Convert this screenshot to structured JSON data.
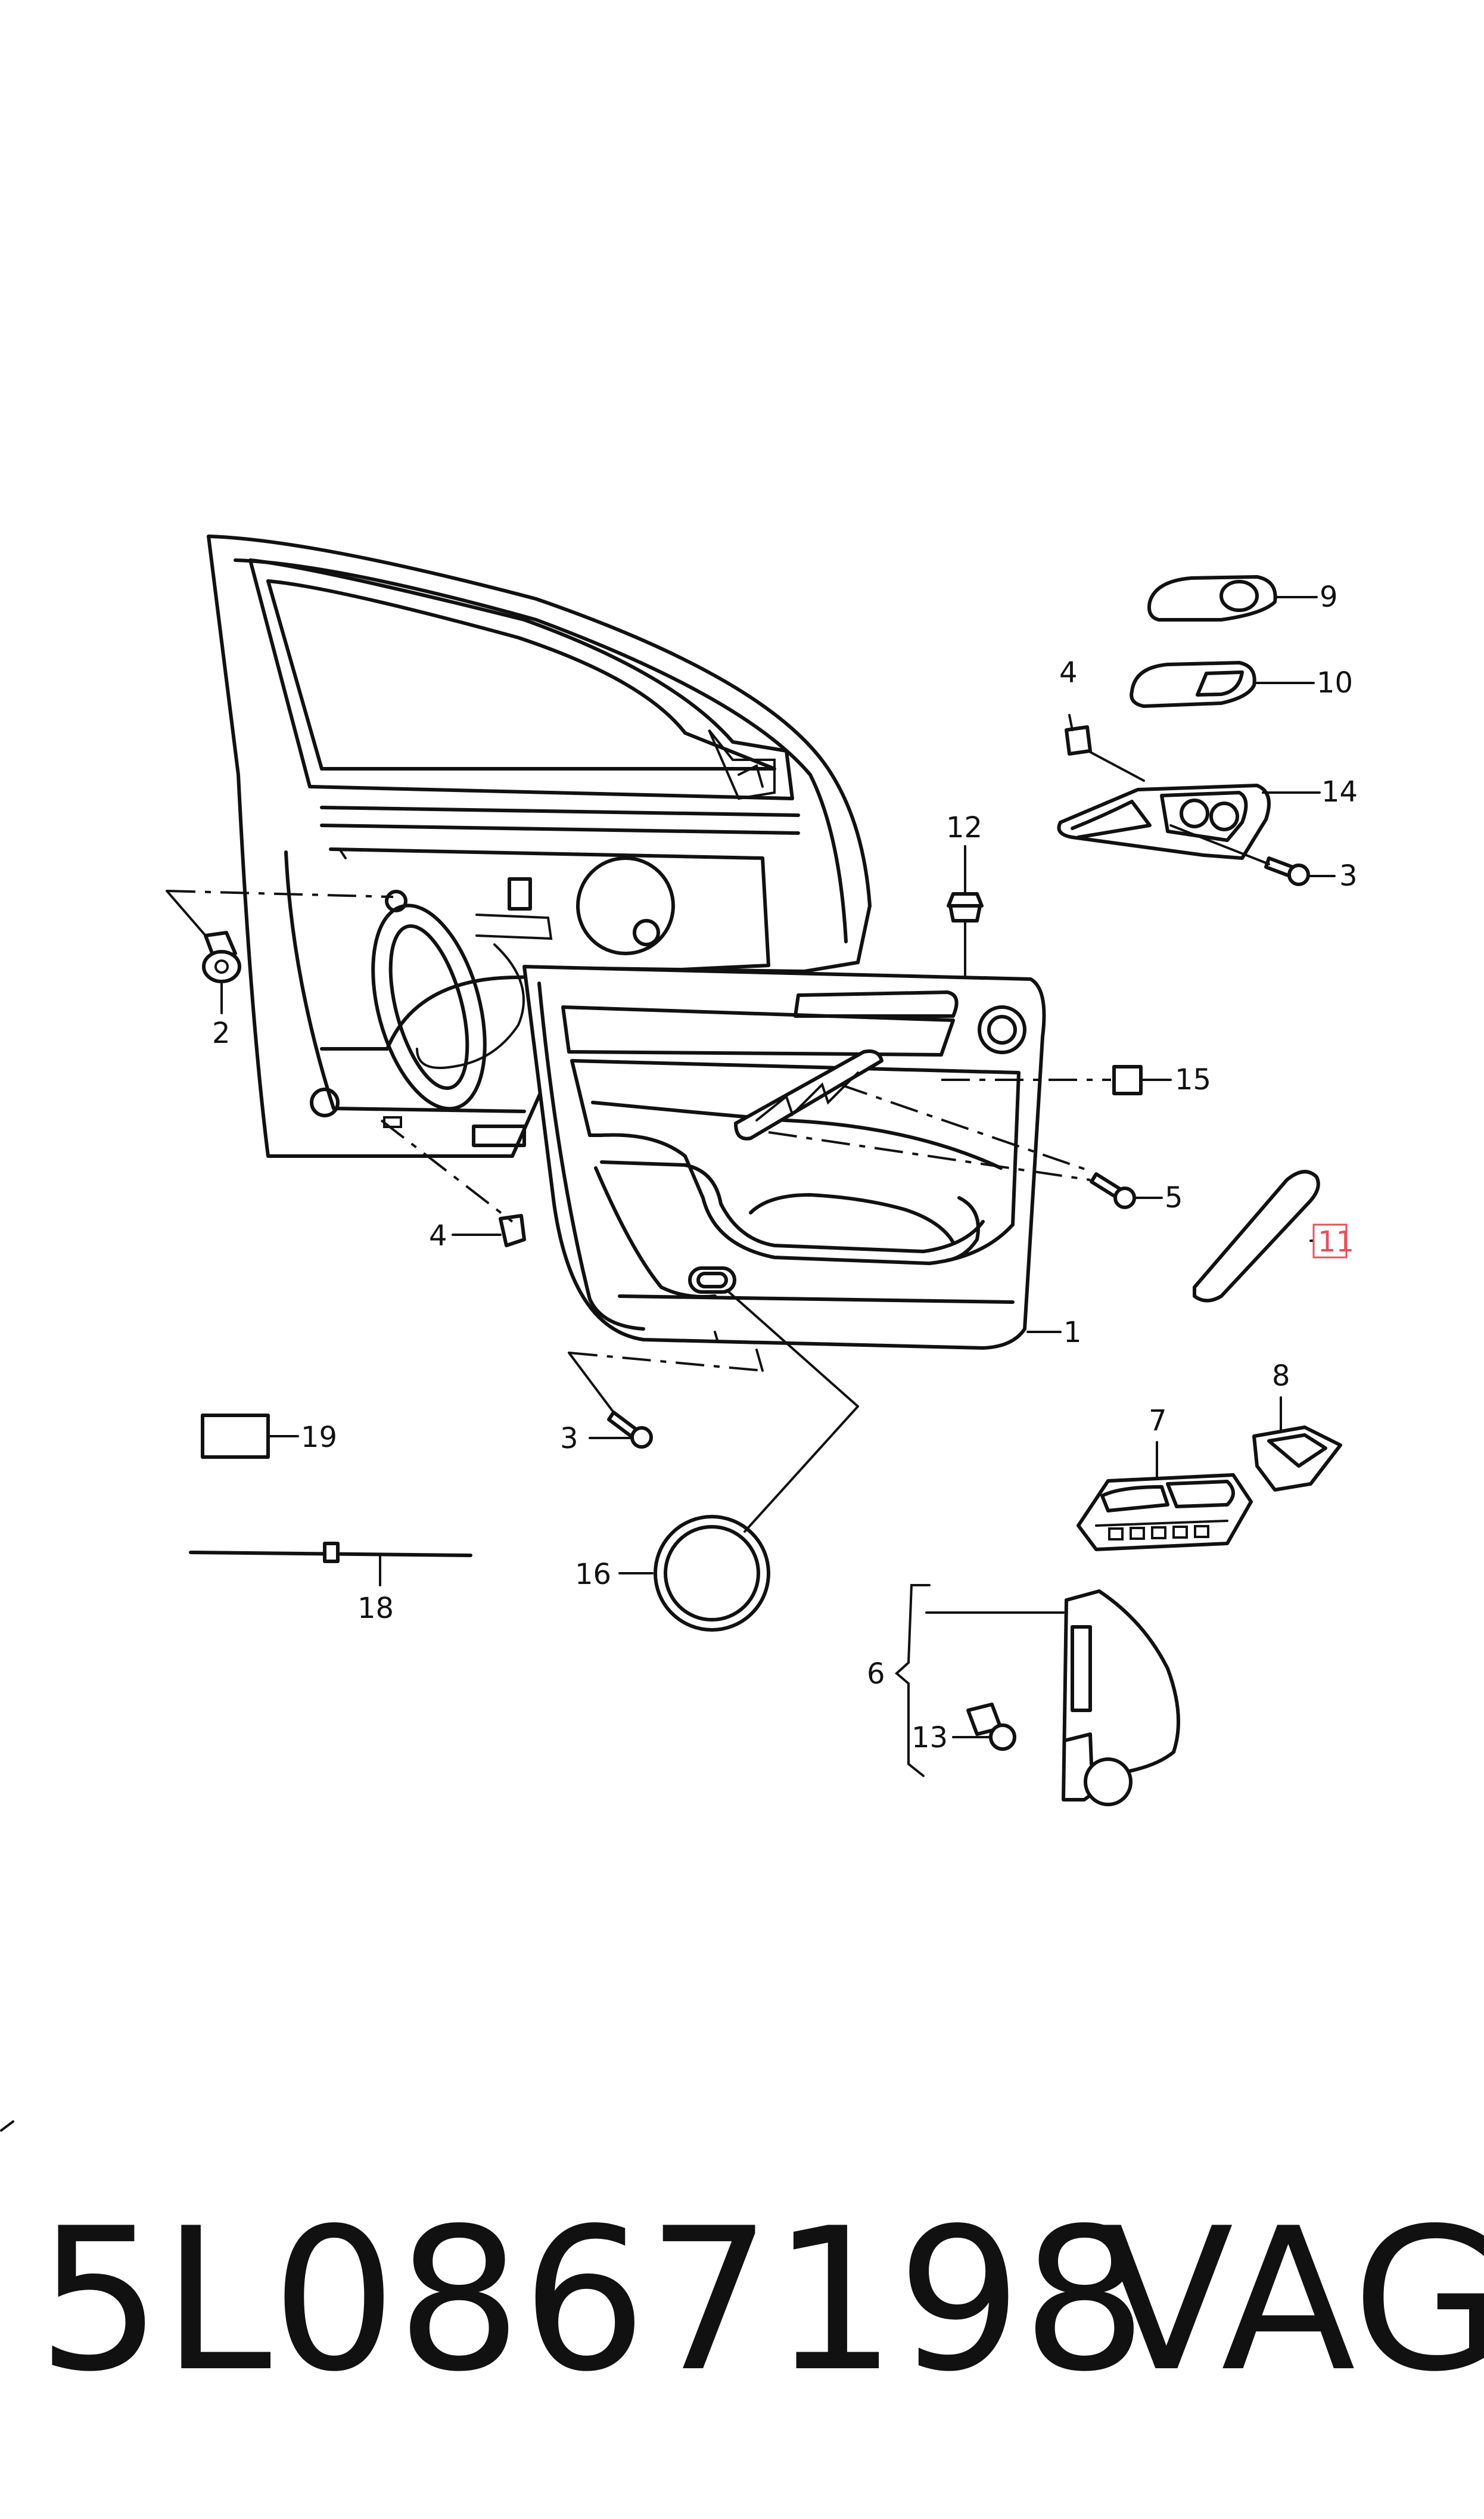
{
  "diagram": {
    "callouts": {
      "c1": "1",
      "c2": "2",
      "c3a": "3",
      "c3b": "3",
      "c4a": "4",
      "c4b": "4",
      "c5": "5",
      "c6": "6",
      "c7": "7",
      "c8": "8",
      "c9": "9",
      "c10": "10",
      "c11": "11",
      "c12": "12",
      "c13": "13",
      "c14": "14",
      "c15": "15",
      "c16": "16",
      "c18": "18",
      "c19": "19"
    },
    "highlighted_callout": "11"
  },
  "footer": {
    "part_number": "5L0867198",
    "brand": "VAG"
  }
}
